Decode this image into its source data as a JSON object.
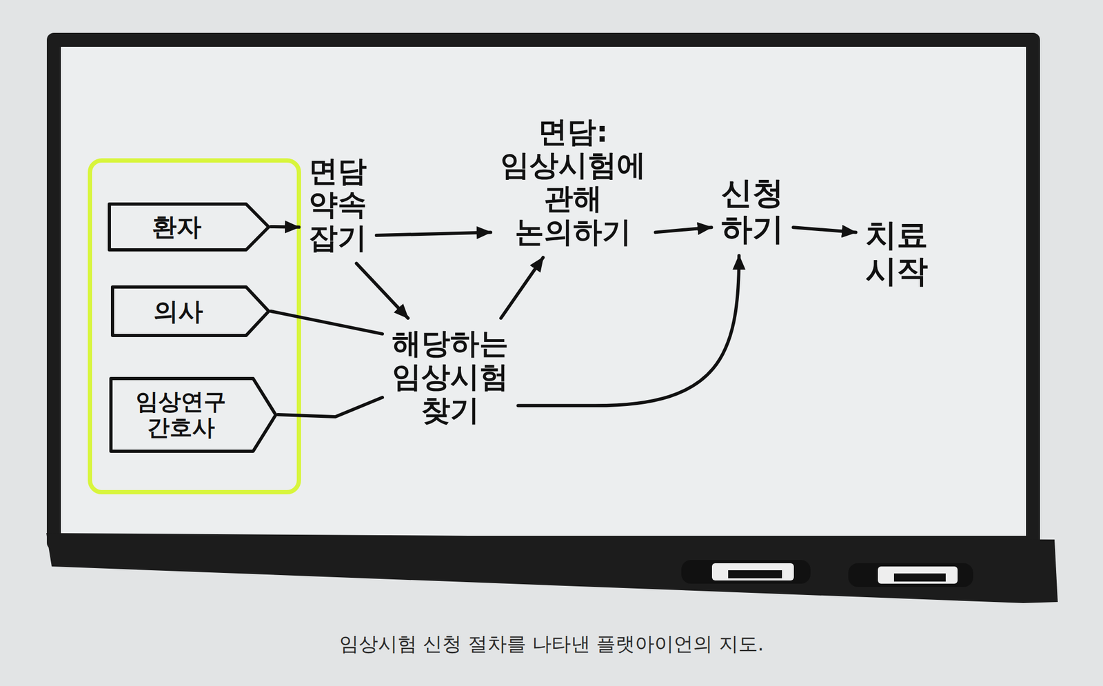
{
  "diagram": {
    "caption": "임상시험 신청 절차를 나타낸 플랫아이언의 지도.",
    "nodes": [
      {
        "text": [
          "환자"
        ]
      },
      {
        "text": [
          "의사"
        ]
      },
      {
        "text": [
          "임상연구 간호사"
        ]
      },
      {
        "text": [
          "면담 약속 잡기"
        ]
      },
      {
        "text": [
          "해당하는 임상시험 찾기"
        ]
      },
      {
        "text": [
          "면담: 임상시험에 관해 논의하기"
        ]
      },
      {
        "text": [
          "신청 하기"
        ]
      },
      {
        "text": [
          "치료 시작"
        ]
      }
    ],
    "edges": [
      {
        "from": 0,
        "to": 3,
        "arrow": "to"
      },
      {
        "from": 3,
        "to": 5,
        "arrow": "to"
      },
      {
        "from": 3,
        "to": 4,
        "arrow": "to"
      },
      {
        "from": 1,
        "to": 4,
        "arrow": "none"
      },
      {
        "from": 2,
        "to": 4,
        "arrow": "none"
      },
      {
        "from": 4,
        "to": 5,
        "arrow": "to"
      },
      {
        "from": 5,
        "to": 6,
        "arrow": "to"
      },
      {
        "from": 4,
        "to": 6,
        "arrow": "to"
      },
      {
        "from": 6,
        "to": 7,
        "arrow": "to"
      }
    ]
  }
}
